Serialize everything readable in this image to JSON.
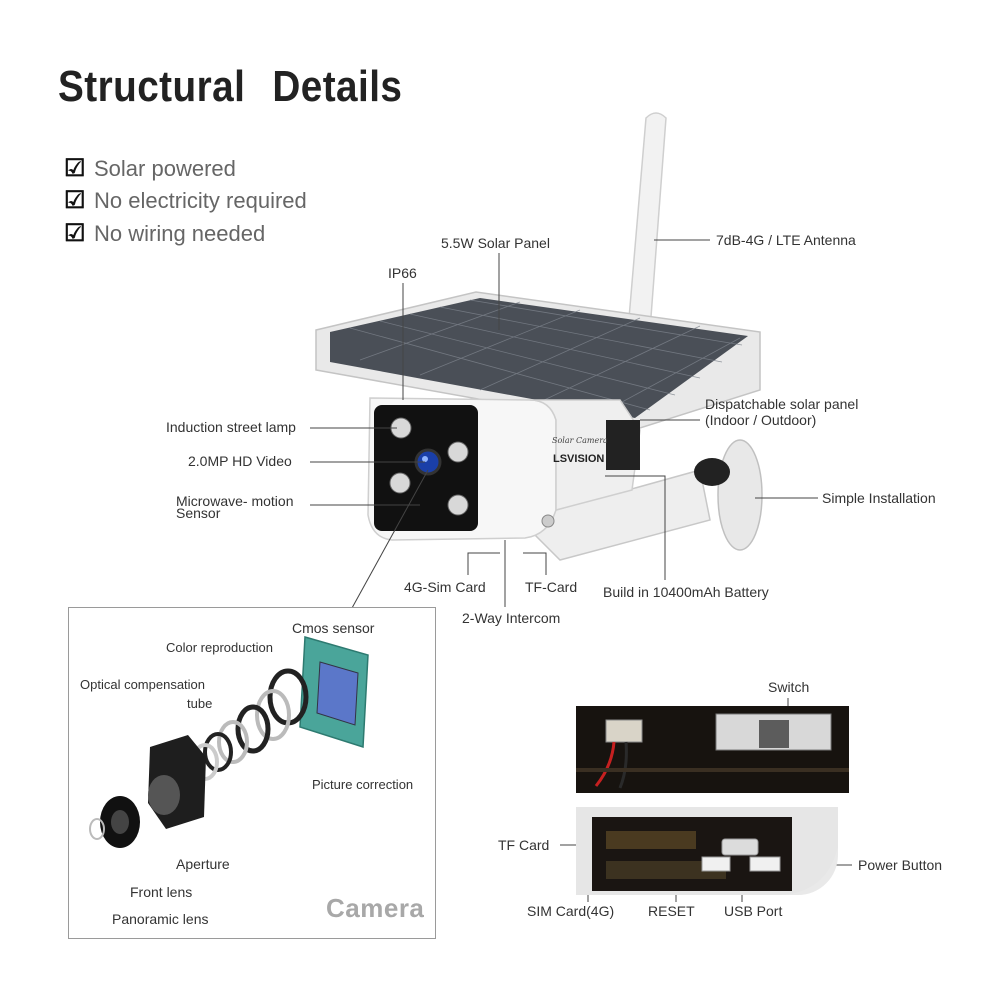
{
  "title": "Structural  Details",
  "features": [
    "Solar  powered",
    "No electricity required",
    "No wiring needed"
  ],
  "camera_brand": "LSVISION",
  "camera_model_print": "Solar Camera",
  "labels": {
    "solar_panel": "5.5W Solar Panel",
    "antenna": "7dB-4G / LTE Antenna",
    "ip66": "IP66",
    "induction_lamp": "Induction street lamp",
    "hd_video": "2.0MP HD Video",
    "microwave_1": "Microwave- motion",
    "microwave_2": "Sensor",
    "dispatchable_1": "Dispatchable solar panel",
    "dispatchable_2": "(Indoor / Outdoor)",
    "simple_install": "Simple Installation",
    "sim_card": "4G-Sim Card",
    "tf_card": "TF-Card",
    "battery": "Build in 10400mAh Battery",
    "intercom": "2-Way Intercom"
  },
  "camera_panel": {
    "caption": "Camera",
    "cmos": "Cmos sensor",
    "color_repro": "Color reproduction",
    "optical_1": "Optical compensation",
    "optical_2": "tube",
    "picture_correction": "Picture correction",
    "aperture": "Aperture",
    "front_lens": "Front lens",
    "panoramic_lens": "Panoramic lens"
  },
  "board_labels": {
    "switch": "Switch",
    "tf_card": "TF Card",
    "power_button": "Power Button",
    "sim_card": "SIM Card(4G)",
    "reset": "RESET",
    "usb_port": "USB Port"
  }
}
